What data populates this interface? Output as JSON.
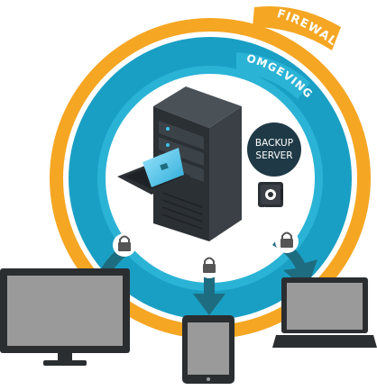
{
  "labels": {
    "firewall": "FIREWALL",
    "environment": "OMGEVING",
    "backup_line1": "BACKUP",
    "backup_line2": "SERVER"
  },
  "colors": {
    "firewall_ring": "#F5A623",
    "environment_ring": "#1A9FC4",
    "environment_ring_light": "#2BB3D6",
    "core": "#FFFFFF",
    "server_dark": "#2B3035",
    "server_mid": "#3A4046",
    "backup_badge": "#1F3A46",
    "arrow": "#1E6C7F",
    "lock_circle": "#FFFFFF",
    "device_body": "#2B2E31",
    "device_screen": "#9A9A9A",
    "screen_glow": "#3BC6F0"
  },
  "icons": {
    "rack": "server-rack-icon",
    "safe": "safe-vault-icon",
    "lock": "padlock-icon",
    "monitor": "desktop-monitor-icon",
    "tablet": "tablet-icon",
    "laptop": "laptop-icon"
  }
}
